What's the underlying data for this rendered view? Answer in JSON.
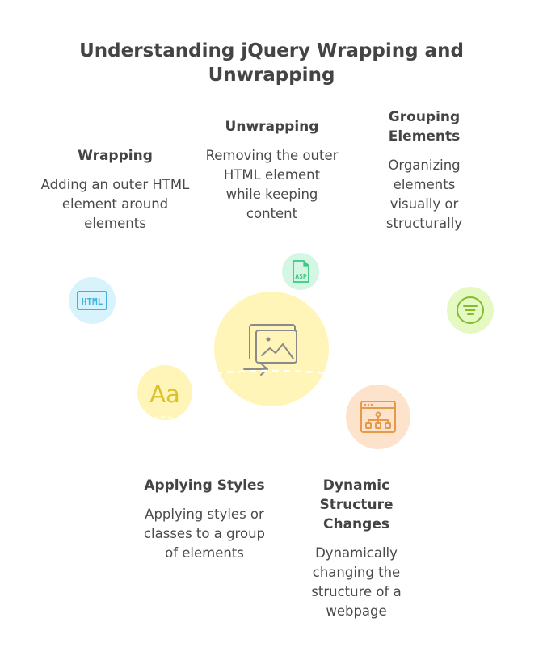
{
  "title": "Understanding jQuery Wrapping and Unwrapping",
  "center": {
    "icon": "image-transfer-icon",
    "color": "#fff5b8",
    "stroke": "#8a8a8a"
  },
  "concepts": [
    {
      "heading": "Wrapping",
      "description": "Adding an outer HTML element around elements",
      "icon": "html-icon",
      "circle_color": "#d8f3fb",
      "icon_color": "#3fb3dd",
      "icon_label": "HTML"
    },
    {
      "heading": "Unwrapping",
      "description": "Removing the outer HTML element while keeping content",
      "icon": "asp-file-icon",
      "circle_color": "#d4f7e4",
      "icon_color": "#3cc785",
      "icon_label": "ASP"
    },
    {
      "heading": "Grouping Elements",
      "description": "Organizing elements visually or structurally",
      "icon": "filter-icon",
      "circle_color": "#e5f9c3",
      "icon_color": "#86bb2f"
    },
    {
      "heading": "Applying Styles",
      "description": "Applying styles or classes to a group of elements",
      "icon": "font-icon",
      "circle_color": "#fff5b8",
      "icon_color": "#dcc22a",
      "icon_label": "Aa"
    },
    {
      "heading": "Dynamic Structure Changes",
      "description": "Dynamically changing the structure of a webpage",
      "icon": "sitemap-window-icon",
      "circle_color": "#fde3cc",
      "icon_color": "#e39a4a"
    }
  ]
}
